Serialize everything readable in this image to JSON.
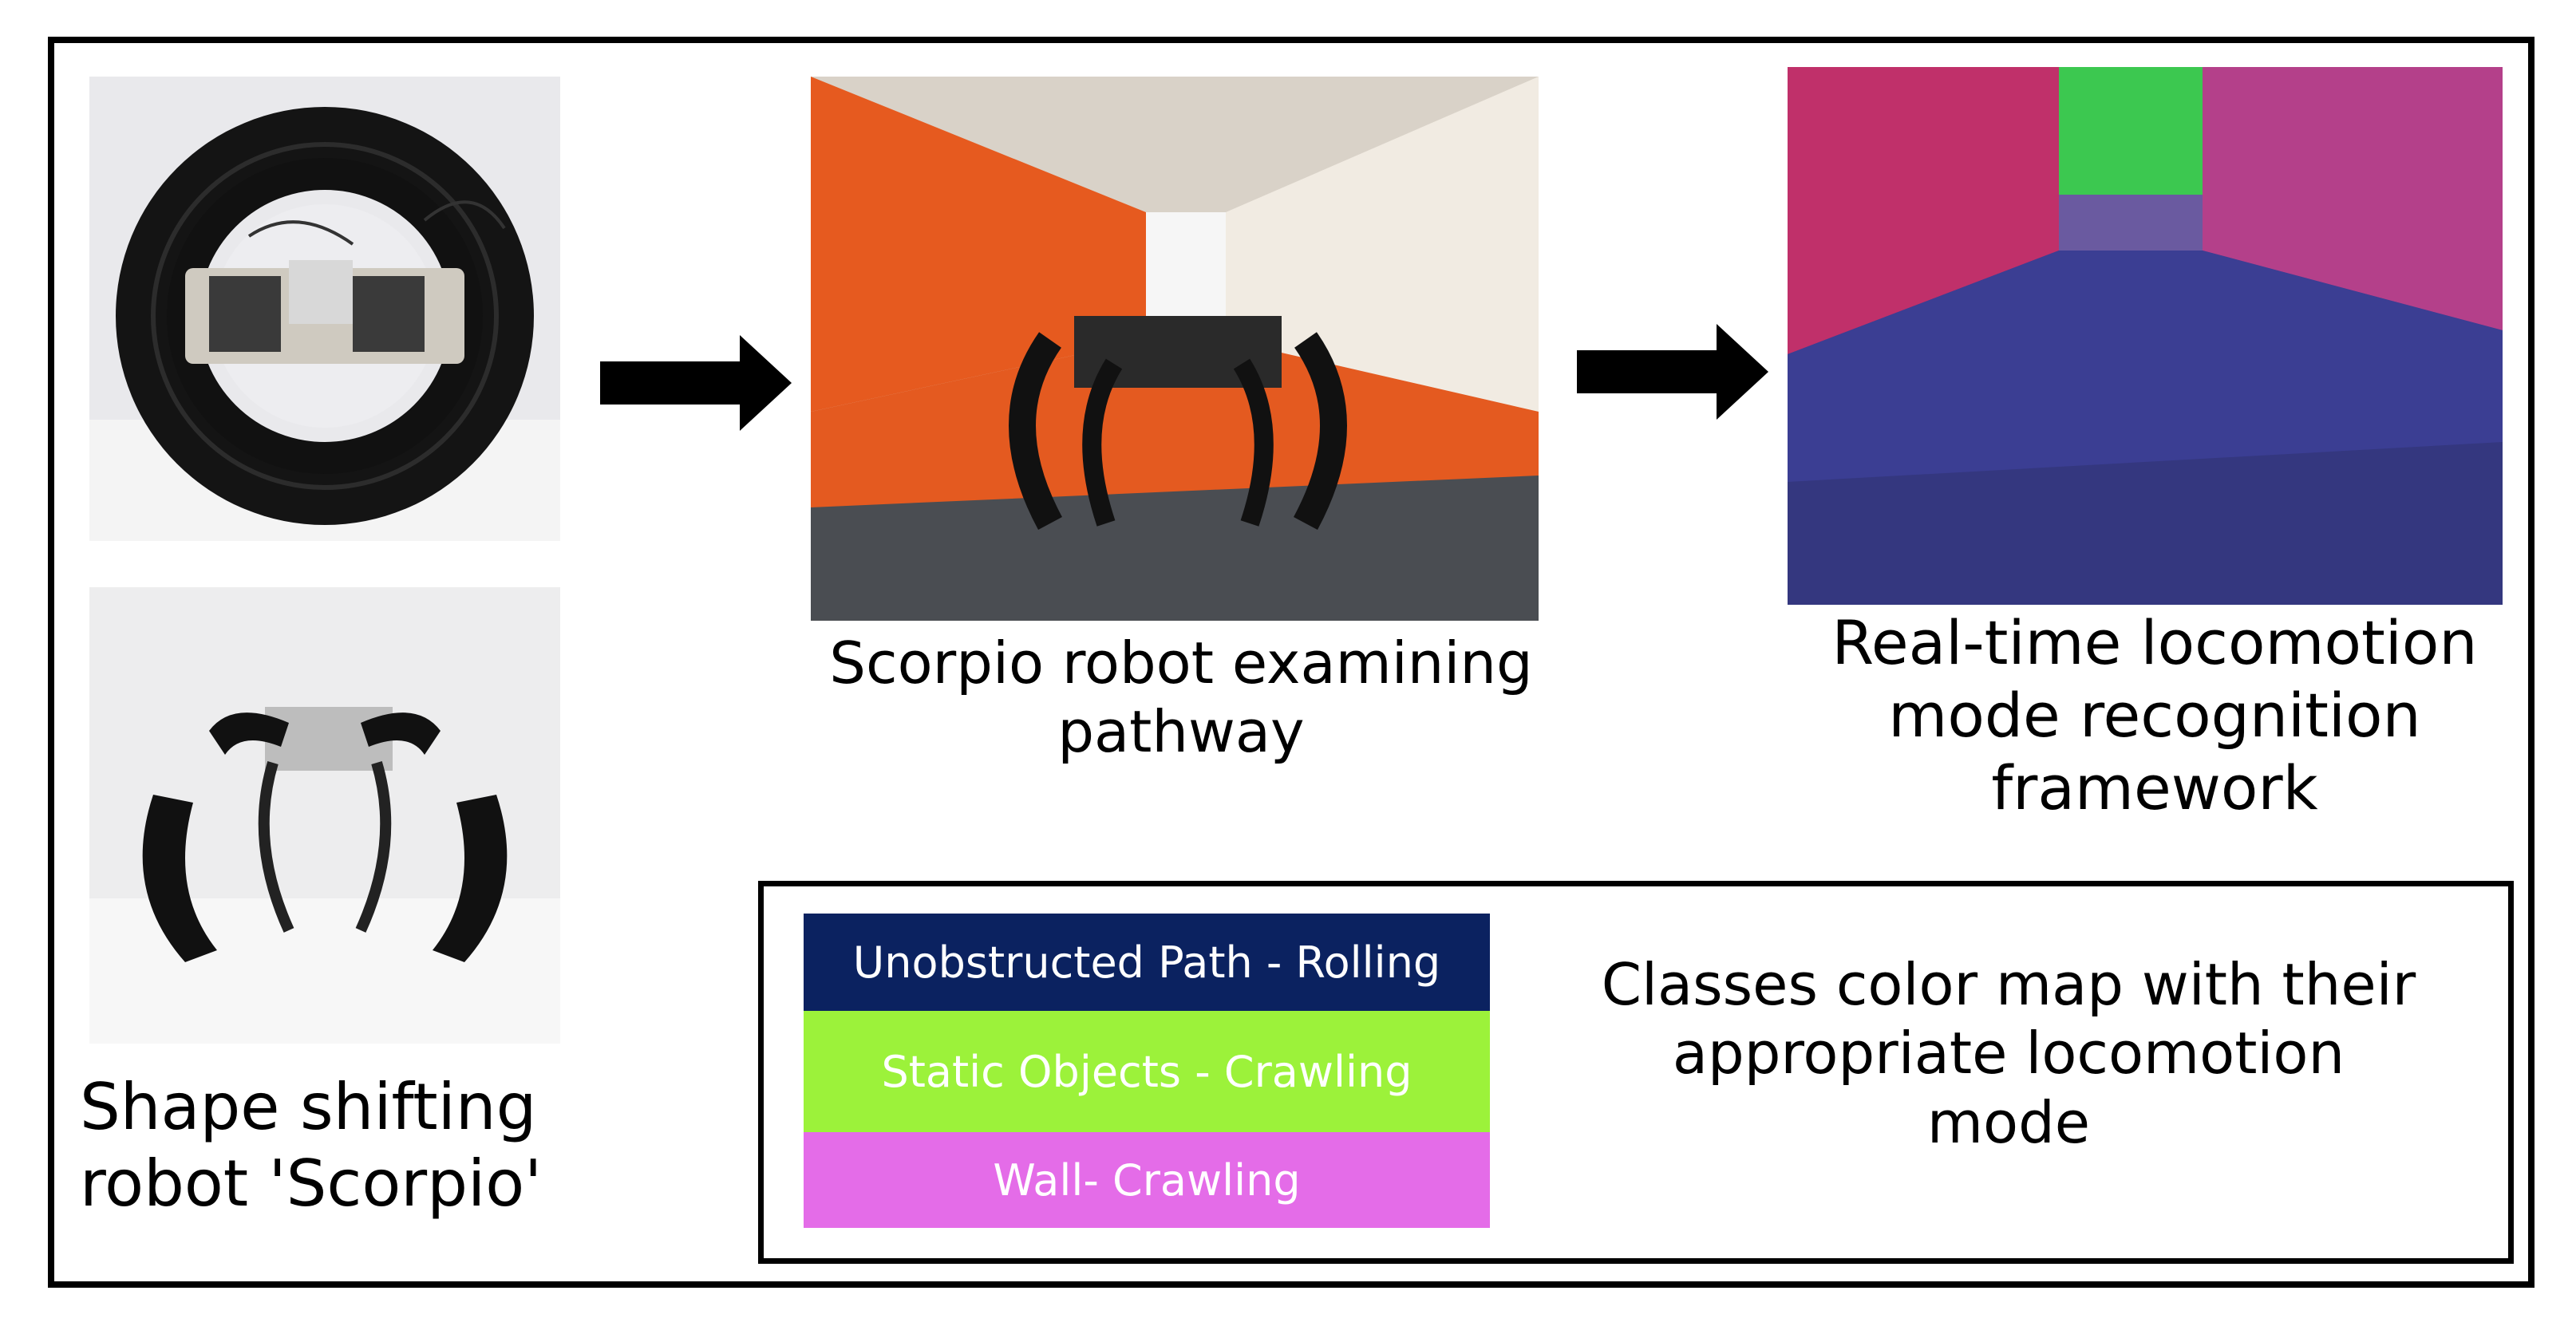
{
  "captions": {
    "robot": "Shape shifting robot 'Scorpio'",
    "robot_line1": "Shape shifting",
    "robot_line2": "robot 'Scorpio'",
    "pathway_line1": "Scorpio robot examining",
    "pathway_line2": "pathway",
    "framework_line1": "Real-time locomotion",
    "framework_line2": "mode recognition",
    "framework_line3": "framework"
  },
  "legend": {
    "items": [
      {
        "label": "Unobstructed Path - Rolling",
        "color": "#0b2260"
      },
      {
        "label": "Static Objects - Crawling",
        "color": "#9cf23a"
      },
      {
        "label": "Wall- Crawling",
        "color": "#e46ce8"
      }
    ],
    "description_line1": "Classes color map with their",
    "description_line2": "appropriate locomotion",
    "description_line3": "mode"
  },
  "colors": {
    "corridor_orange": "#e8642a",
    "segmentation_floor": "#3a3a8c",
    "segmentation_wall": "#c0306a",
    "segmentation_static": "#3cc850"
  }
}
